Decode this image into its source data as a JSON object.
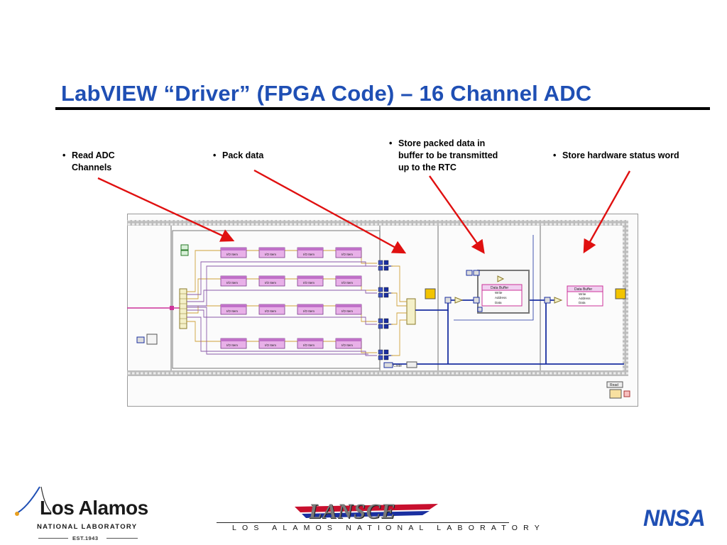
{
  "slide": {
    "title": "LabVIEW “Driver” (FPGA Code) – 16 Channel ADC"
  },
  "bullets": [
    {
      "lines": [
        "Read ADC",
        "Channels"
      ]
    },
    {
      "lines": [
        "Pack data"
      ]
    },
    {
      "lines": [
        "Store packed data in",
        "buffer to be transmitted",
        "up to the RTC"
      ]
    },
    {
      "lines": [
        "Store hardware status word"
      ]
    }
  ],
  "bullet_glyph": "•",
  "diagram": {
    "io_item_label": "I/O Item",
    "data_buffer_label": "Data Buffer",
    "buffer_fields": [
      "Write",
      "Address",
      "Data"
    ],
    "code_label": "Code",
    "read_label": "Read"
  },
  "colors": {
    "title": "#1f4fb4",
    "arrow": "#e01010",
    "frame": "#9a9a9a",
    "wire_pink": "#cc3399",
    "wire_blue": "#1a2fa0",
    "io_node": "#e8b0e8"
  },
  "footer": {
    "lanl_name": "Los Alamos",
    "lanl_sub": "NATIONAL LABORATORY",
    "lanl_est": "EST.1943",
    "lansce_word": "LANSCE",
    "lansce_sub": "LOS ALAMOS NATIONAL LABORATORY",
    "nnsa": "NNSA"
  }
}
